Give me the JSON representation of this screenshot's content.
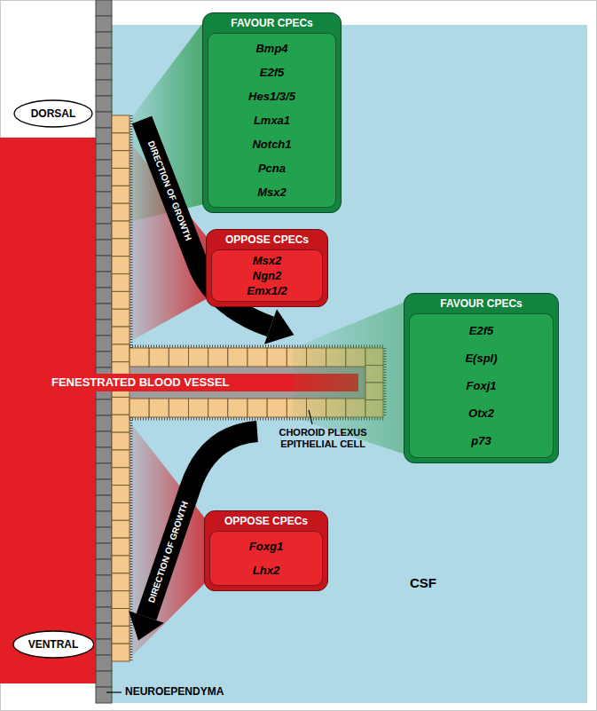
{
  "diagram": {
    "nodes": [
      {
        "text": [
          "DORSAL"
        ]
      },
      {
        "text": [
          "FAVOUR CPECs",
          "Bmp4",
          "E2f5",
          "Hes1/3/5",
          "Lmxa1",
          "Notch1",
          "Pcna",
          "Msx2"
        ]
      },
      {
        "text": [
          "OPPOSE CPECs",
          "Msx2",
          "Ngn2",
          "Emx1/2"
        ]
      },
      {
        "text": [
          "FAVOUR CPECs",
          "E2f5",
          "E(spl)",
          "Foxj1",
          "Otx2",
          "p73"
        ]
      },
      {
        "text": [
          "OPPOSE CPECs",
          "Foxg1",
          "Lhx2"
        ]
      },
      {
        "text": [
          "VENTRAL"
        ]
      }
    ],
    "labels": [
      "DIRECTION OF GROWTH",
      "FENESTRATED BLOOD VESSEL",
      "CHOROID PLEXUS EPITHELIAL CELL",
      "DIRECTION OF GROWTH",
      "CSF",
      "NEUROEPENDYMA"
    ]
  }
}
